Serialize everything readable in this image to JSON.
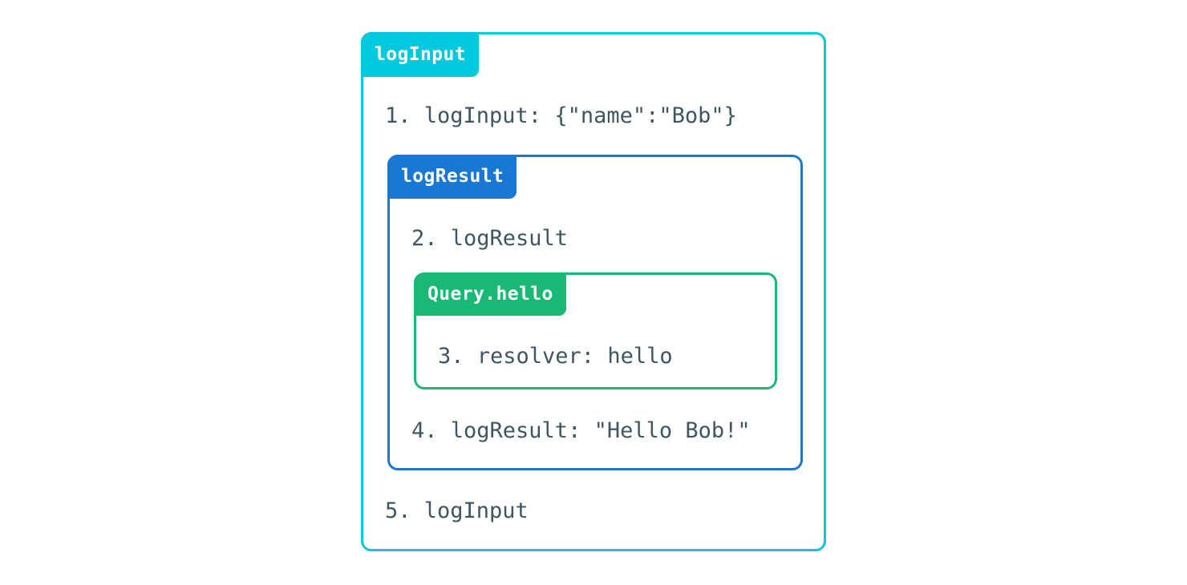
{
  "diagram": {
    "type": "nested-execution-trace",
    "background_color": "#ffffff",
    "text_color": "#3f5561",
    "boxes": [
      {
        "id": "logInput",
        "label": "logInput",
        "color": "#00c8dd",
        "level": 0,
        "lines": [
          {
            "number": "1.",
            "text": "1. logInput: {\"name\":\"Bob\"}"
          },
          {
            "number": "5.",
            "text": "5. logInput"
          }
        ]
      },
      {
        "id": "logResult",
        "label": "logResult",
        "color": "#1878d4",
        "level": 1,
        "lines": [
          {
            "number": "2.",
            "text": "2. logResult"
          },
          {
            "number": "4.",
            "text": "4. logResult: \"Hello Bob!\""
          }
        ]
      },
      {
        "id": "Query.hello",
        "label": "Query.hello",
        "color": "#19b874",
        "level": 2,
        "lines": [
          {
            "number": "3.",
            "text": "3. resolver: hello"
          }
        ]
      }
    ]
  }
}
